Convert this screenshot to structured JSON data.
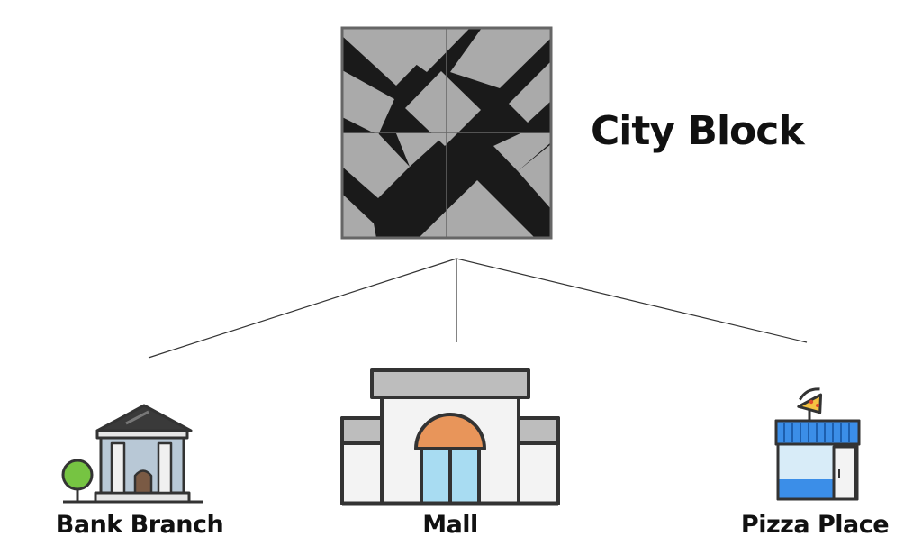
{
  "diagram": {
    "title": "City Block",
    "nodes": [
      {
        "id": "bank",
        "label": "Bank Branch",
        "icon": "bank-icon"
      },
      {
        "id": "mall",
        "label": "Mall",
        "icon": "mall-icon"
      },
      {
        "id": "pizza",
        "label": "Pizza Place",
        "icon": "pizza-place-icon"
      }
    ],
    "root_icon": "city-block-map-icon"
  },
  "colors": {
    "outline": "#333333",
    "map_gray": "#aaaaaa",
    "road": "#1a1a1a",
    "bank_roof": "#3a3a3a",
    "bank_wall": "#b8c8d6",
    "bank_door": "#7a5a44",
    "tree": "#76c442",
    "mall_wall": "#f3f3f3",
    "mall_roof": "#bdbdbd",
    "mall_arch": "#e8955a",
    "mall_door": "#a8dcf2",
    "awning": "#3b8ee8",
    "shop_window": "#d8ecf8",
    "pizza_cheese": "#f5c342",
    "pizza_sauce": "#e04a2a"
  }
}
